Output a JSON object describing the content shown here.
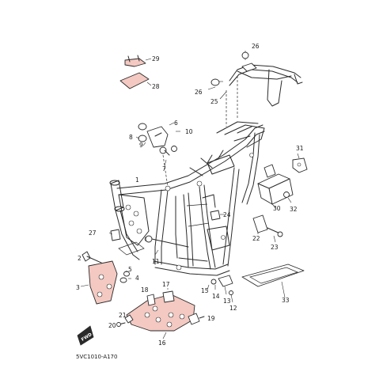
{
  "diagram": {
    "code": "5VC1010-A170",
    "fwd": "FWD",
    "labels": [
      "1",
      "2",
      "3",
      "4",
      "5",
      "6",
      "7",
      "8",
      "9",
      "10",
      "11",
      "12",
      "13",
      "14",
      "15",
      "16",
      "17",
      "18",
      "19",
      "20",
      "21",
      "22",
      "23",
      "24",
      "25",
      "26",
      "26",
      "27",
      "28",
      "29",
      "30",
      "31",
      "32",
      "33"
    ],
    "colors": {
      "parts": "#f4c9c2",
      "line": "#2a2a2a"
    }
  }
}
